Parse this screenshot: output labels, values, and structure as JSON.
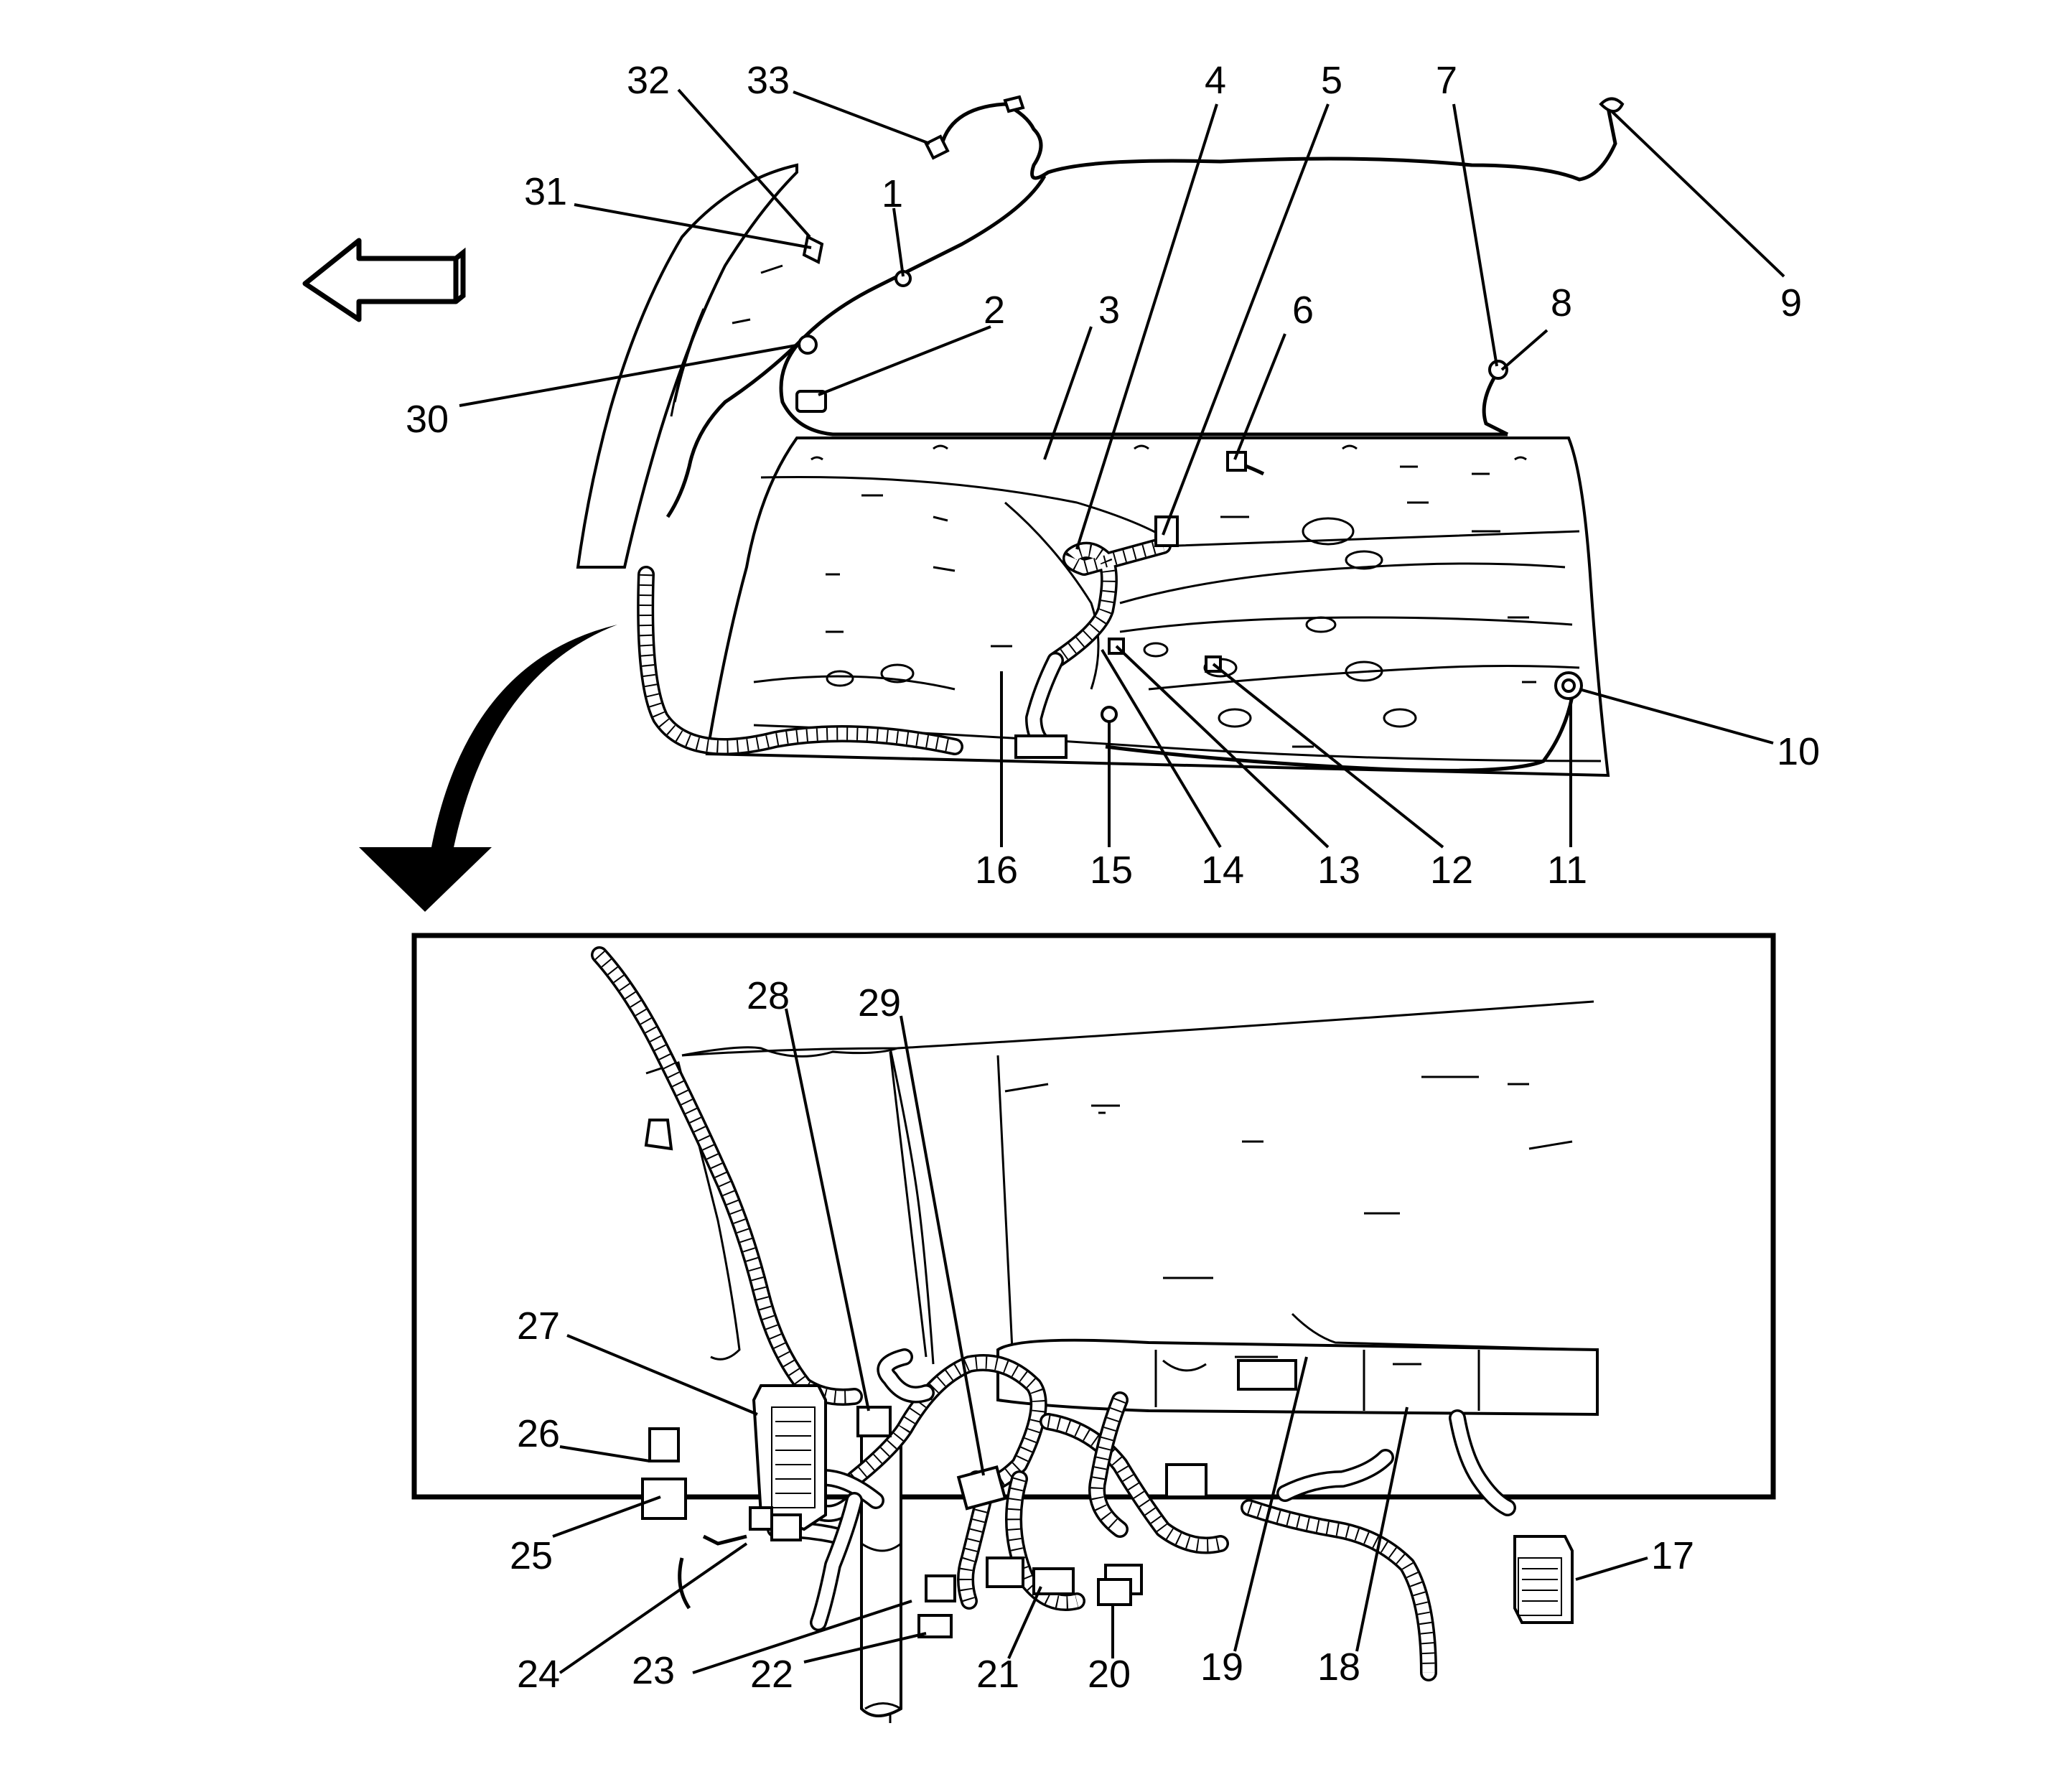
{
  "figure": {
    "callouts": [
      "1",
      "2",
      "3",
      "4",
      "5",
      "6",
      "7",
      "8",
      "9",
      "10",
      "11",
      "12",
      "13",
      "14",
      "15",
      "16",
      "17",
      "18",
      "19",
      "20",
      "21",
      "22",
      "23",
      "24",
      "25",
      "26",
      "27",
      "28",
      "29",
      "30",
      "31",
      "32",
      "33"
    ]
  },
  "icons": {
    "direction_arrow": "forward-arrow-icon",
    "detail_arrow": "detail-view-arrow-icon"
  },
  "colors": {
    "line": "#000000",
    "background": "#ffffff"
  }
}
